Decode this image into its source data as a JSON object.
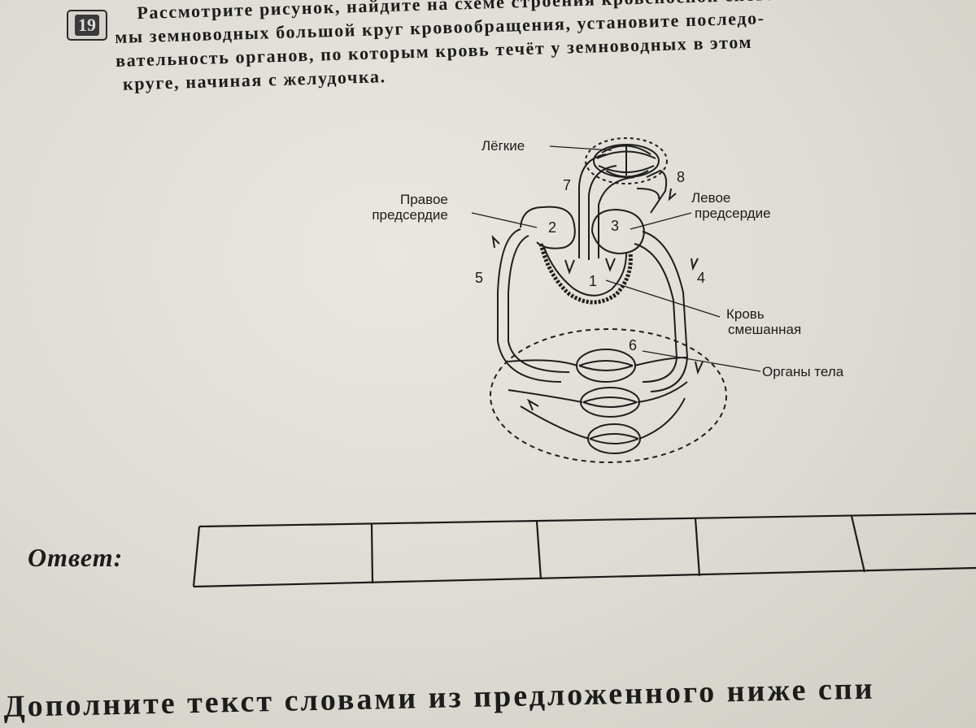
{
  "question": {
    "number": "19",
    "lines": [
      "Рассмотрите рисунок, найдите на схеме строения кровеносной систе-",
      "мы земноводных большой круг кровообращения, установите последо-",
      "вательность органов, по которым кровь течёт у земноводных в этом",
      "круге, начиная с желудочка."
    ]
  },
  "diagram": {
    "labels": {
      "lungs": "Лёгкие",
      "right_atrium": [
        "Правое",
        "предсердие"
      ],
      "left_atrium": [
        "Левое",
        "предсердие"
      ],
      "mixed_blood": [
        "Кровь",
        "смешанная"
      ],
      "body_organs": "Органы тела"
    },
    "numbers": [
      "1",
      "2",
      "3",
      "4",
      "5",
      "6",
      "7",
      "8"
    ]
  },
  "answer": {
    "label": "Ответ:",
    "cells": [
      "",
      "",
      "",
      "",
      ""
    ]
  },
  "footer_text": "Дополните текст словами из предложенного ниже спи"
}
